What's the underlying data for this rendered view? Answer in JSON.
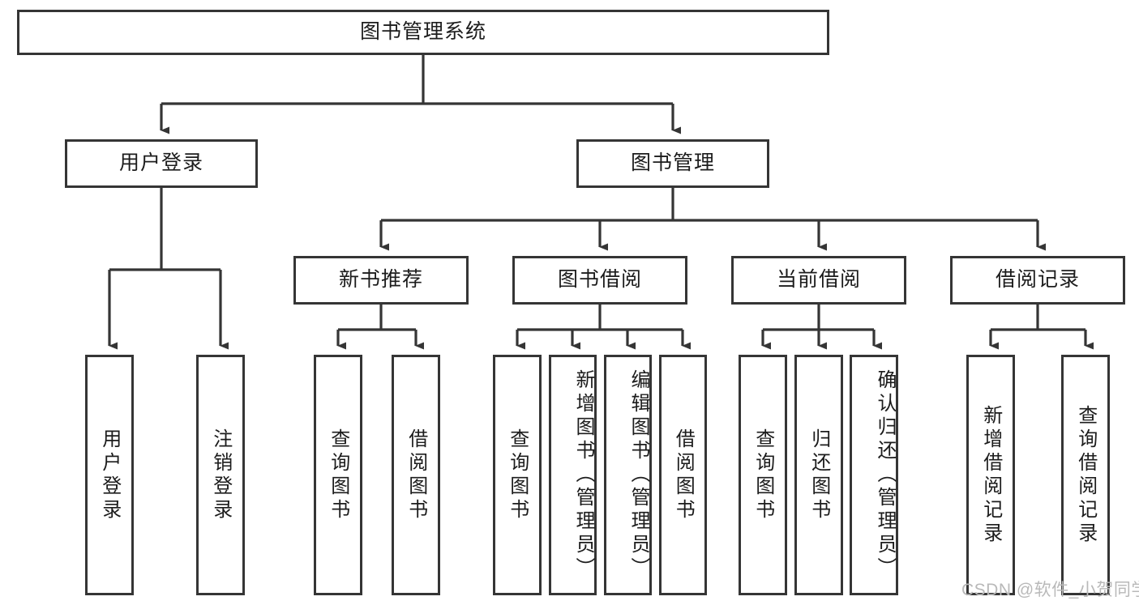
{
  "diagram": {
    "title": "图书管理系统",
    "type": "tree-hierarchy-chart",
    "root": {
      "id": "root",
      "label": "图书管理系统"
    },
    "level2": [
      {
        "id": "user-login",
        "label": "用户登录"
      },
      {
        "id": "book-management",
        "label": "图书管理"
      }
    ],
    "level3": [
      {
        "id": "new-book-recommend",
        "label": "新书推荐",
        "parent": "book-management"
      },
      {
        "id": "book-borrow",
        "label": "图书借阅",
        "parent": "book-management"
      },
      {
        "id": "current-borrow",
        "label": "当前借阅",
        "parent": "book-management"
      },
      {
        "id": "borrow-record",
        "label": "借阅记录",
        "parent": "book-management"
      }
    ],
    "leaves": {
      "user-login": [
        {
          "id": "leaf-user-login",
          "label": "用户登录"
        },
        {
          "id": "leaf-logout-login",
          "label": "注销登录"
        }
      ],
      "new-book-recommend": [
        {
          "id": "leaf-query-book-1",
          "label": "查询图书"
        },
        {
          "id": "leaf-borrow-book-1",
          "label": "借阅图书"
        }
      ],
      "book-borrow": [
        {
          "id": "leaf-query-book-2",
          "label": "查询图书"
        },
        {
          "id": "leaf-add-book-admin",
          "label": "新增图书（管理员）"
        },
        {
          "id": "leaf-edit-book-admin",
          "label": "编辑图书（管理员）"
        },
        {
          "id": "leaf-borrow-book-2",
          "label": "借阅图书"
        }
      ],
      "current-borrow": [
        {
          "id": "leaf-query-book-3",
          "label": "查询图书"
        },
        {
          "id": "leaf-return-book",
          "label": "归还图书"
        },
        {
          "id": "leaf-confirm-return-admin",
          "label": "确认归还（管理员）"
        }
      ],
      "borrow-record": [
        {
          "id": "leaf-add-borrow-record",
          "label": "新增借阅记录"
        },
        {
          "id": "leaf-query-borrow-record",
          "label": "查询借阅记录"
        }
      ]
    }
  },
  "watermark": {
    "text": "CSDN @软件_小贺同学"
  },
  "colors": {
    "border": "#353535",
    "background": "#ffffff",
    "text": "#1c1c1c",
    "watermark": "#b9b9b9"
  }
}
